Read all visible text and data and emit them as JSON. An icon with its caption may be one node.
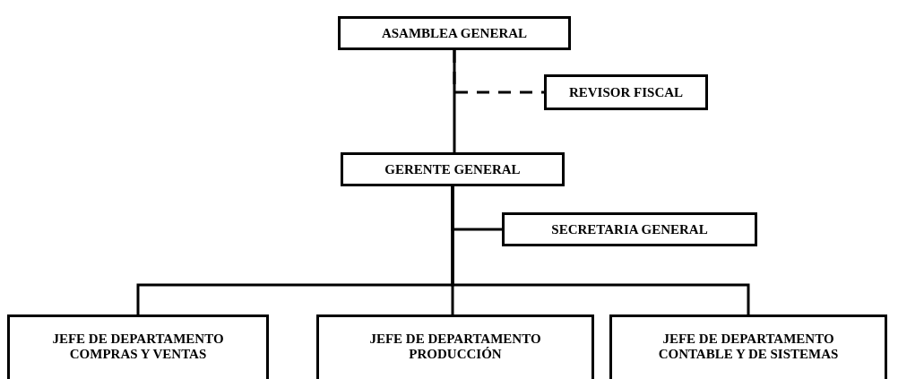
{
  "diagram": {
    "nodes": [
      {
        "text": [
          "ASAMBLEA GENERAL"
        ]
      },
      {
        "text": [
          "REVISOR FISCAL"
        ]
      },
      {
        "text": [
          "GERENTE GENERAL"
        ]
      },
      {
        "text": [
          "SECRETARIA GENERAL"
        ]
      },
      {
        "text": [
          "JEFE DE DEPARTAMENTO COMPRAS Y VENTAS"
        ]
      },
      {
        "text": [
          "JEFE DE DEPARTAMENTO PRODUCCIÓN"
        ]
      },
      {
        "text": [
          "JEFE DE DEPARTAMENTO CONTABLE Y DE SISTEMAS"
        ]
      }
    ],
    "edges": [
      {
        "from": 0,
        "to": 1,
        "arrow": "none",
        "style": "dashed"
      },
      {
        "from": 0,
        "to": 2,
        "arrow": "none"
      },
      {
        "from": 2,
        "to": 3,
        "arrow": "none"
      },
      {
        "from": 2,
        "to": 4,
        "arrow": "none"
      },
      {
        "from": 2,
        "to": 5,
        "arrow": "none"
      },
      {
        "from": 2,
        "to": 6,
        "arrow": "none"
      }
    ]
  }
}
